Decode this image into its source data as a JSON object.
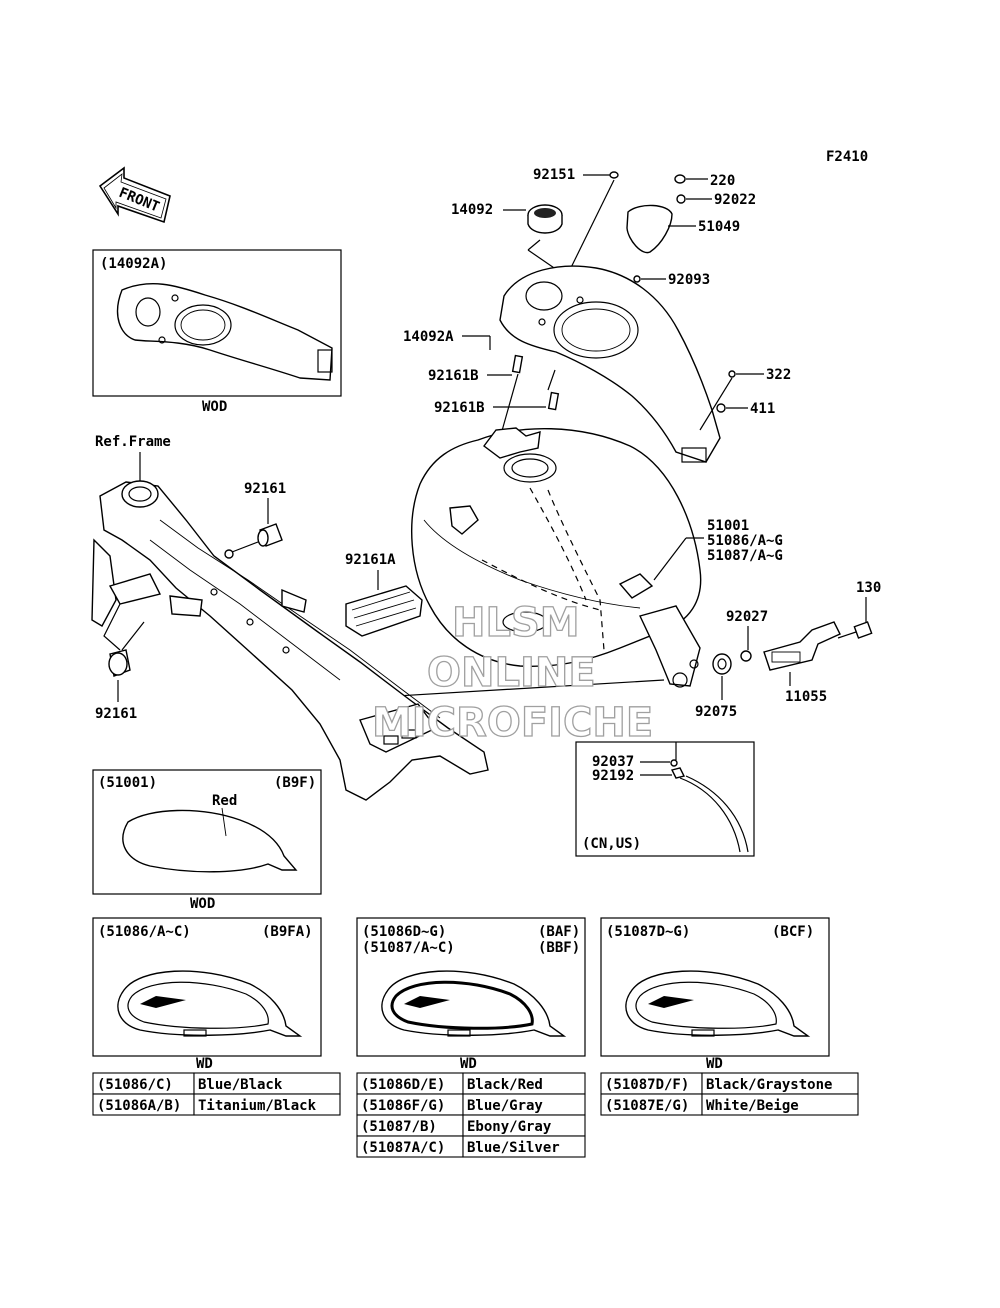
{
  "diagram_code": "F2410",
  "front_arrow_text": "FRONT",
  "callouts": {
    "c92151": "92151",
    "c220": "220",
    "c14092": "14092",
    "c92022": "92022",
    "c51049": "51049",
    "c92093": "92093",
    "c14092A": "14092A",
    "c92161B_1": "92161B",
    "c92161B_2": "92161B",
    "c322": "322",
    "c411": "411",
    "ref_frame": "Ref.Frame",
    "c92161_top": "92161",
    "c92161A": "92161A",
    "c51001": "51001",
    "c51086": "51086/A~G",
    "c51087": "51087/A~G",
    "c130": "130",
    "c92027": "92027",
    "c11055": "11055",
    "c92075": "92075",
    "c92161_bot": "92161"
  },
  "inset_14092A": {
    "code": "(14092A)",
    "caption": "WOD"
  },
  "inset_cnus": {
    "c92037": "92037",
    "c92192": "92192",
    "region": "(CN,US)"
  },
  "inset_51001": {
    "code": "(51001)",
    "variant": "(B9F)",
    "color": "Red",
    "caption": "WOD"
  },
  "panels": [
    {
      "code": "(51086/A~C)",
      "variant": "(B9FA)",
      "caption": "WD"
    },
    {
      "code": "(51086D~G)",
      "variant": "(BAF)",
      "code2": "(51087/A~C)",
      "variant2": "(BBF)",
      "caption": "WD"
    },
    {
      "code": "(51087D~G)",
      "variant": "(BCF)",
      "caption": "WD"
    }
  ],
  "tables": [
    {
      "rows": [
        [
          "(51086/C)",
          "Blue/Black"
        ],
        [
          "(51086A/B)",
          "Titanium/Black"
        ]
      ]
    },
    {
      "rows": [
        [
          "(51086D/E)",
          "Black/Red"
        ],
        [
          "(51086F/G)",
          "Blue/Gray"
        ],
        [
          "(51087/B)",
          "Ebony/Gray"
        ],
        [
          "(51087A/C)",
          "Blue/Silver"
        ]
      ]
    },
    {
      "rows": [
        [
          "(51087D/F)",
          "Black/Graystone"
        ],
        [
          "(51087E/G)",
          "White/Beige"
        ]
      ]
    }
  ],
  "watermark": {
    "line1": "HLSM",
    "line2": "ONLINE",
    "line3": "MICROFICHE"
  }
}
